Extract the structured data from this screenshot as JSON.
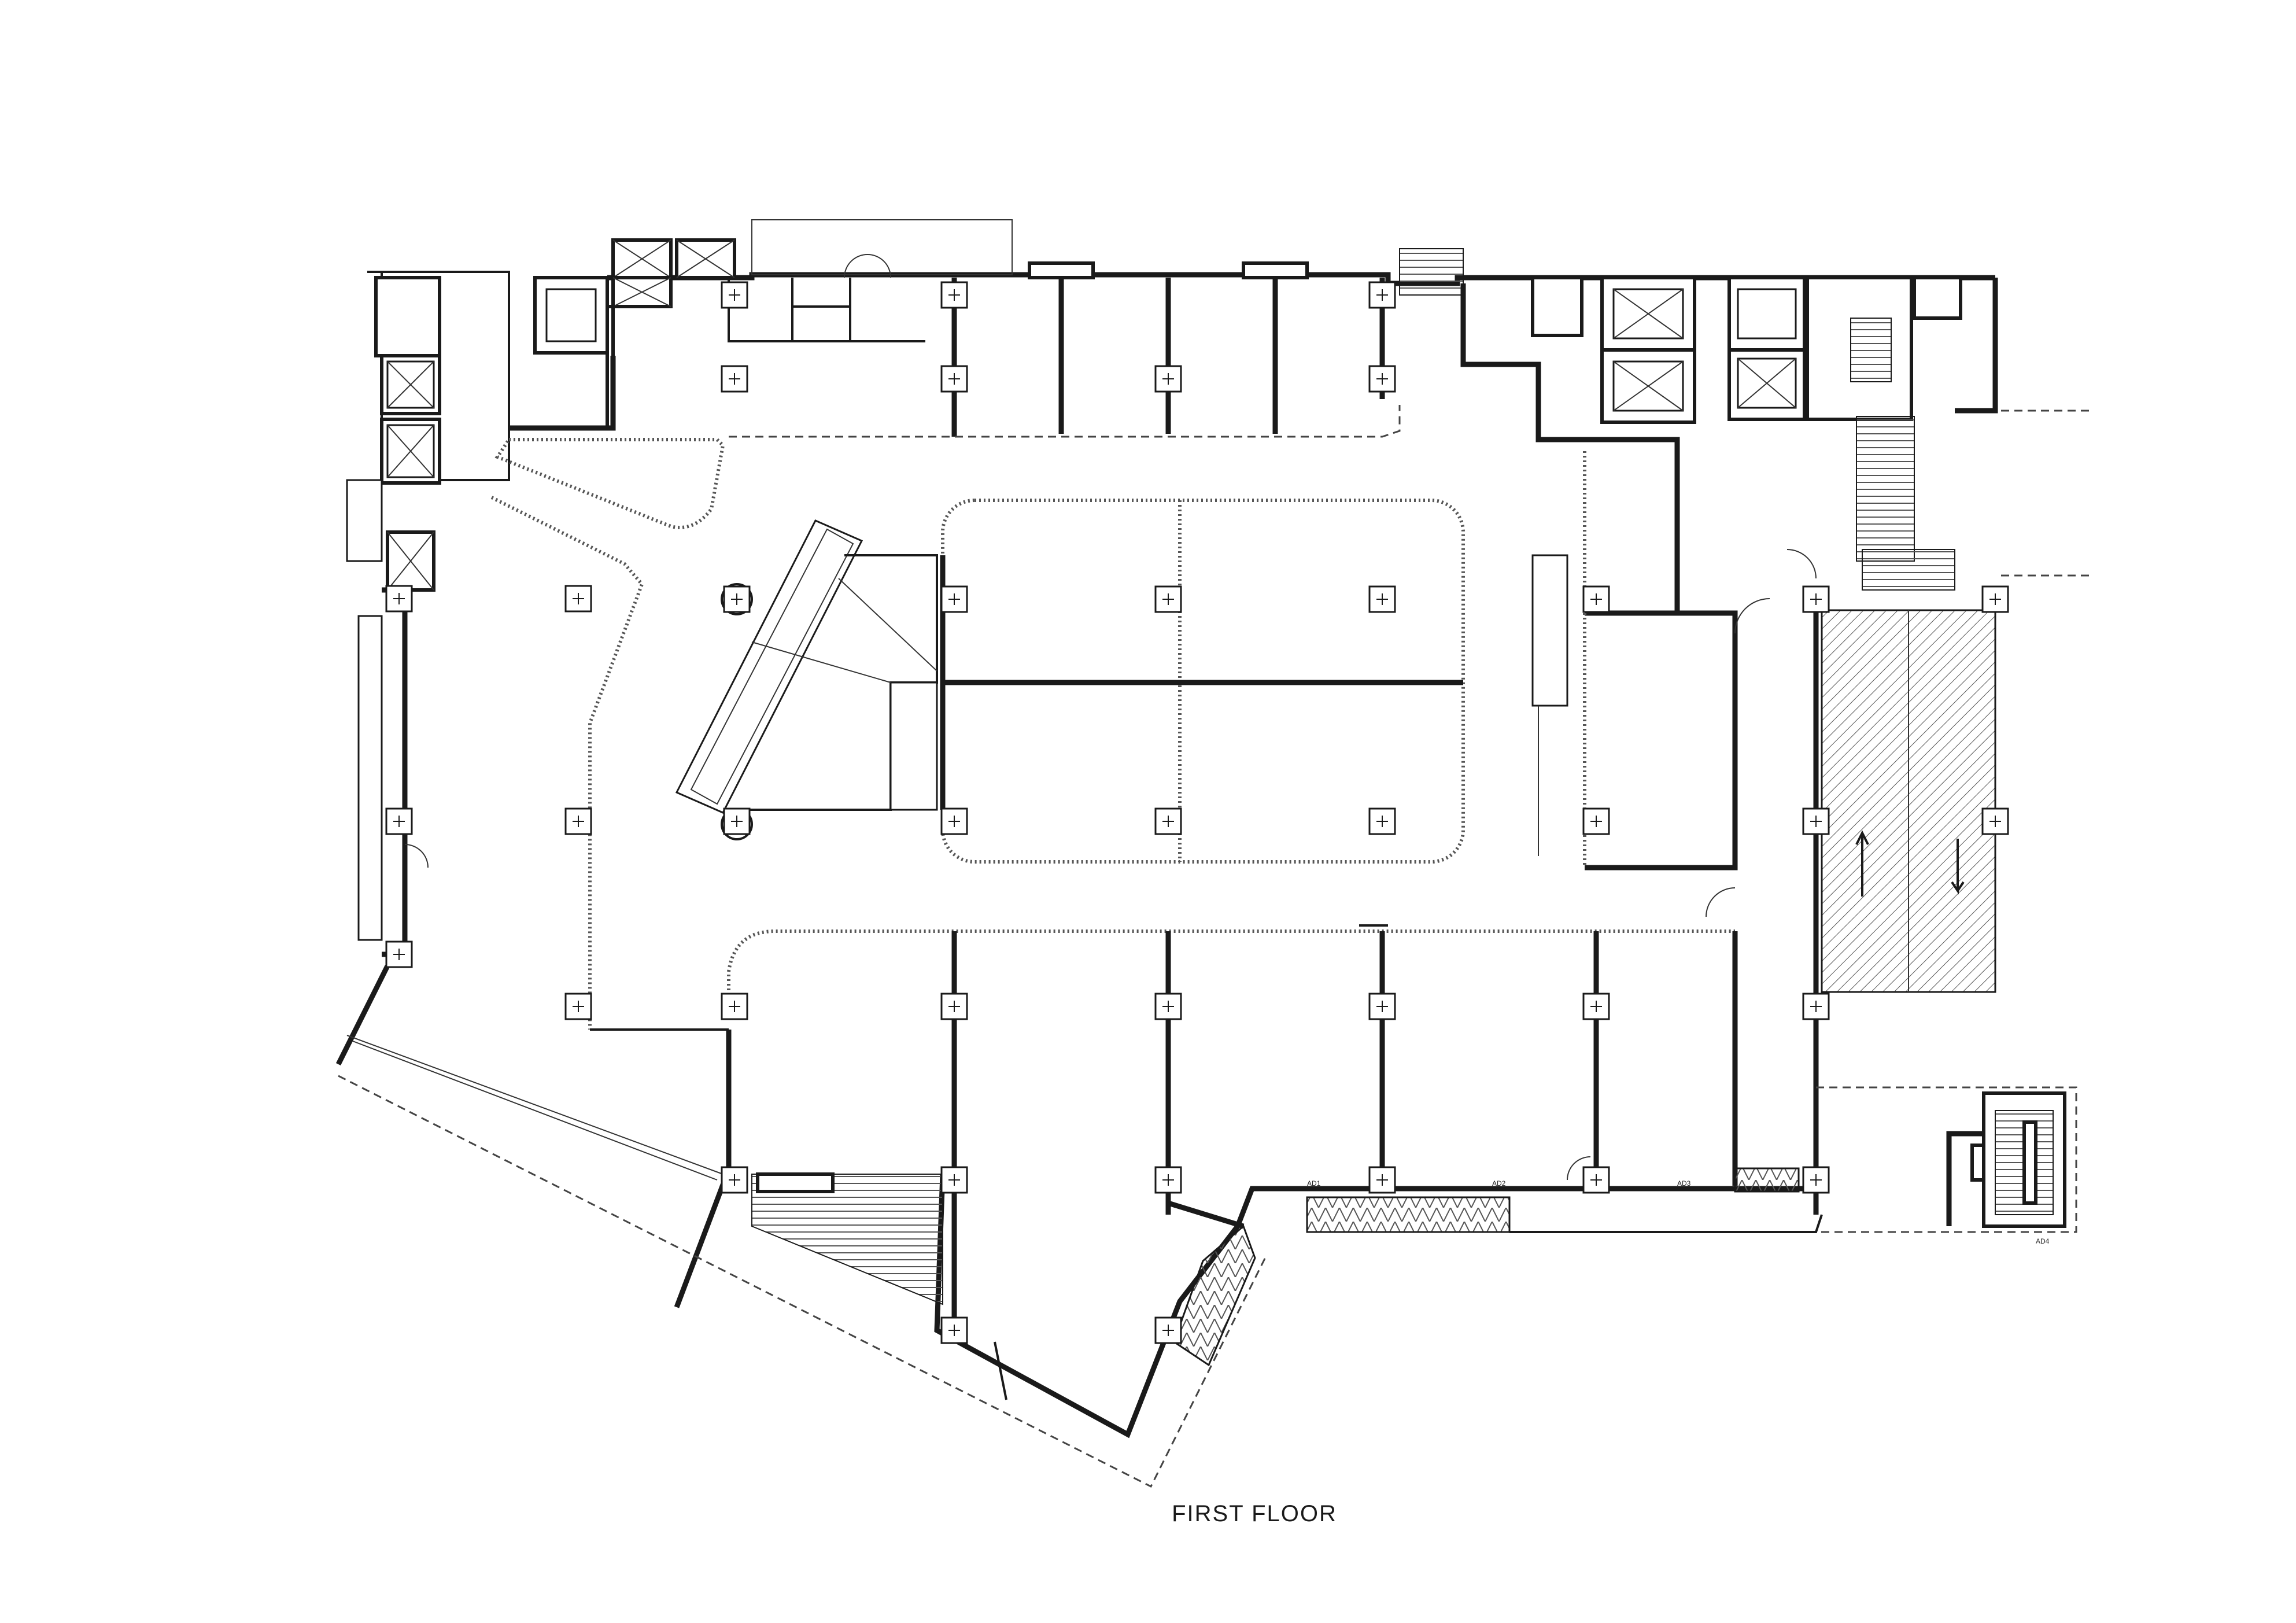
{
  "drawing": {
    "title": "FIRST FLOOR",
    "door_tags": [
      "AD1",
      "AD2",
      "AD3",
      "AD4"
    ]
  }
}
